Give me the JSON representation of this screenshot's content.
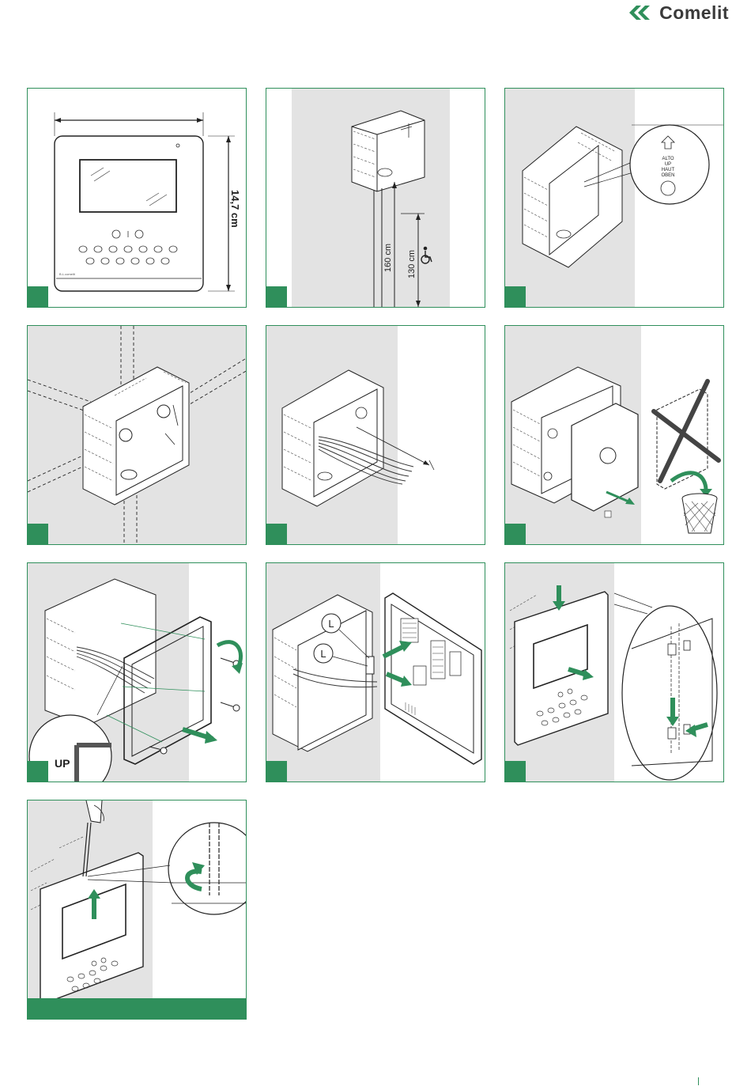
{
  "header": {
    "brand_name": "Comelit",
    "brand_color": "#3a3a3a",
    "logo_icon": "comelit-double-chevron-icon"
  },
  "accent_color": "#2f8f5b",
  "panels": [
    {
      "id": 1,
      "illustration": "monitor-dimensions",
      "labels": {
        "height": "14,7 cm",
        "brand": "B.L.comelit"
      }
    },
    {
      "id": 2,
      "illustration": "box-mounting-height",
      "labels": {
        "height_standard": "160 cm",
        "height_accessible": "130 cm",
        "accessible_icon": "wheelchair-icon"
      }
    },
    {
      "id": 3,
      "illustration": "box-orientation",
      "labels": {
        "orientation_lines": [
          "ALTO",
          "UP",
          "HAUT",
          "OBEN"
        ]
      }
    },
    {
      "id": 4,
      "illustration": "conduit-routing"
    },
    {
      "id": 5,
      "illustration": "cable-length"
    },
    {
      "id": 6,
      "illustration": "remove-cover-discard"
    },
    {
      "id": 7,
      "illustration": "frame-screwing",
      "labels": {
        "frame_marking": "UP"
      }
    },
    {
      "id": 8,
      "illustration": "wiring-connection",
      "labels": {
        "line_a": "L",
        "line_b": "L"
      }
    },
    {
      "id": 9,
      "illustration": "monitor-hooking"
    },
    {
      "id": 10,
      "illustration": "monitor-removal-screwdriver"
    }
  ]
}
